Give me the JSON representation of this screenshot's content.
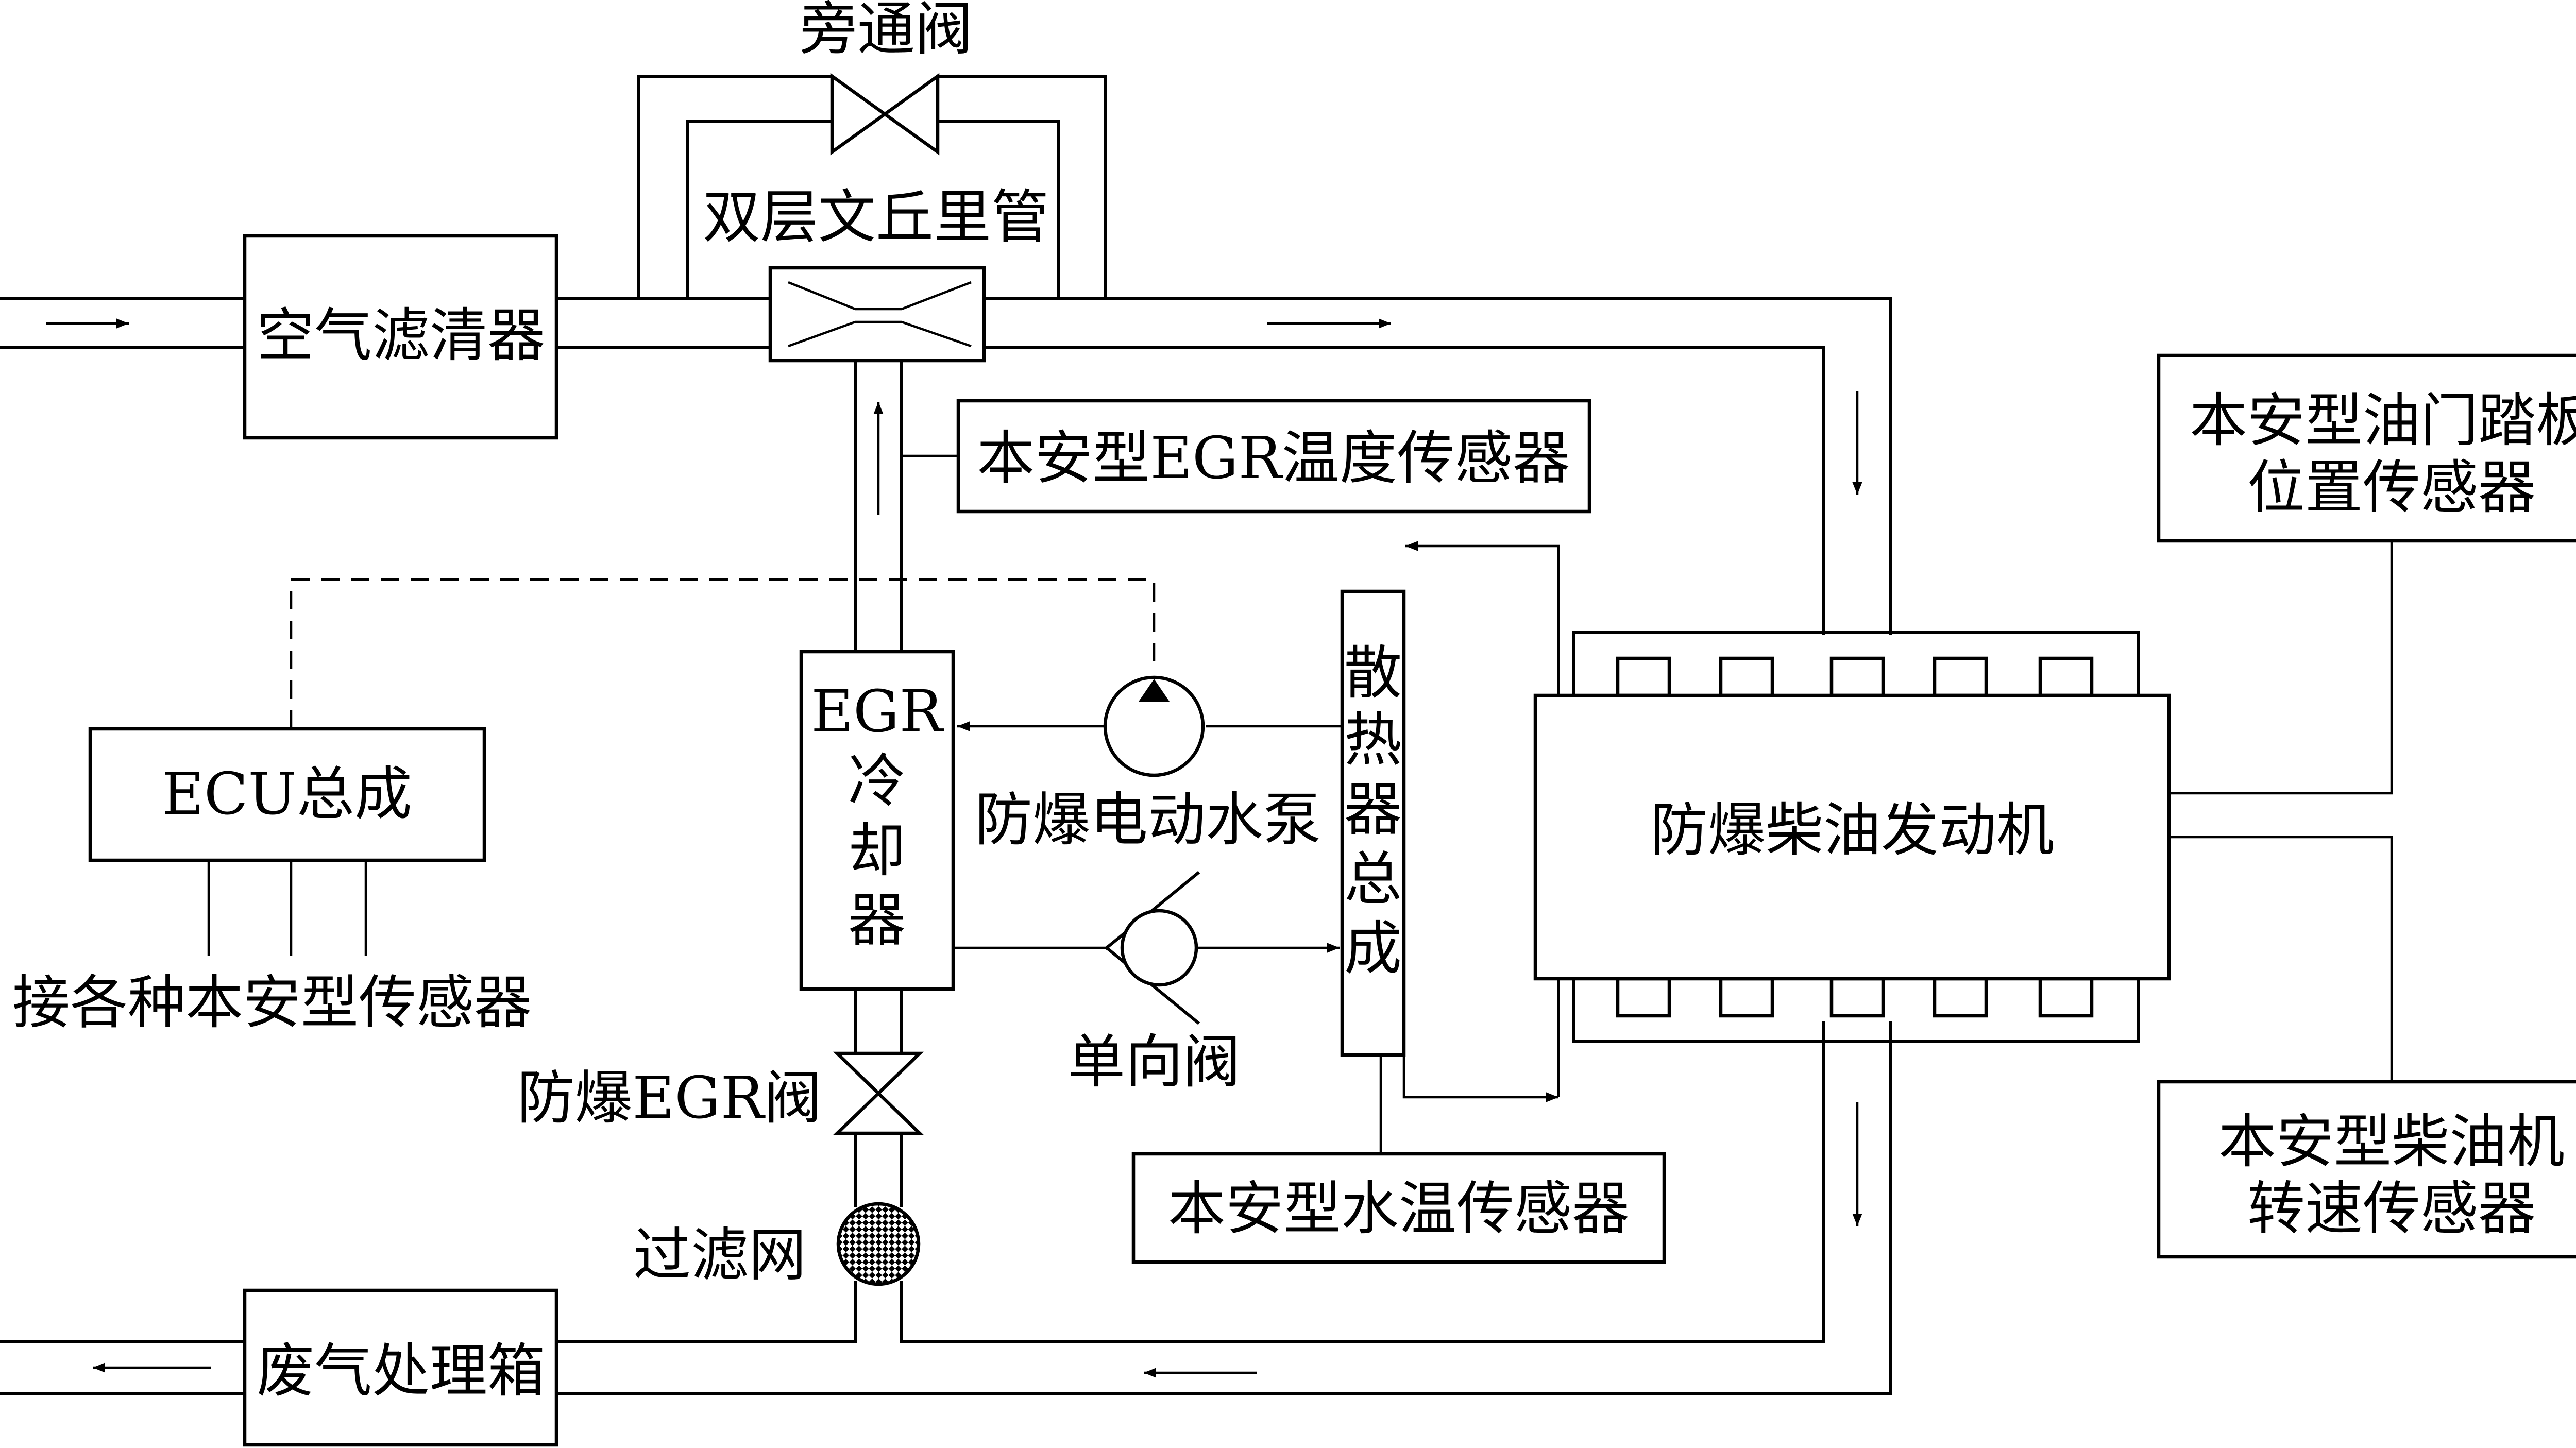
{
  "labels": {
    "bypass_valve": "旁通阀",
    "double_venturi": "双层文丘里管",
    "air_filter": "空气滤清器",
    "egr_temp_sensor": "本安型EGR温度传感器",
    "throttle_sensor_line1": "本安型油门踏板",
    "throttle_sensor_line2": "位置传感器",
    "ecu": "ECU总成",
    "ecu_sensors": "接各种本安型传感器",
    "egr_cooler_line1": "EGR",
    "egr_cooler_line2": "冷",
    "egr_cooler_line3": "却",
    "egr_cooler_line4": "器",
    "water_pump": "防爆电动水泵",
    "radiator_1": "散",
    "radiator_2": "热",
    "radiator_3": "器",
    "radiator_4": "总",
    "radiator_5": "成",
    "engine": "防爆柴油发动机",
    "check_valve": "单向阀",
    "egr_valve": "防爆EGR阀",
    "water_temp_sensor": "本安型水温传感器",
    "filter_screen": "过滤网",
    "speed_sensor_line1": "本安型柴油机",
    "speed_sensor_line2": "转速传感器",
    "exhaust_box": "废气处理箱"
  }
}
